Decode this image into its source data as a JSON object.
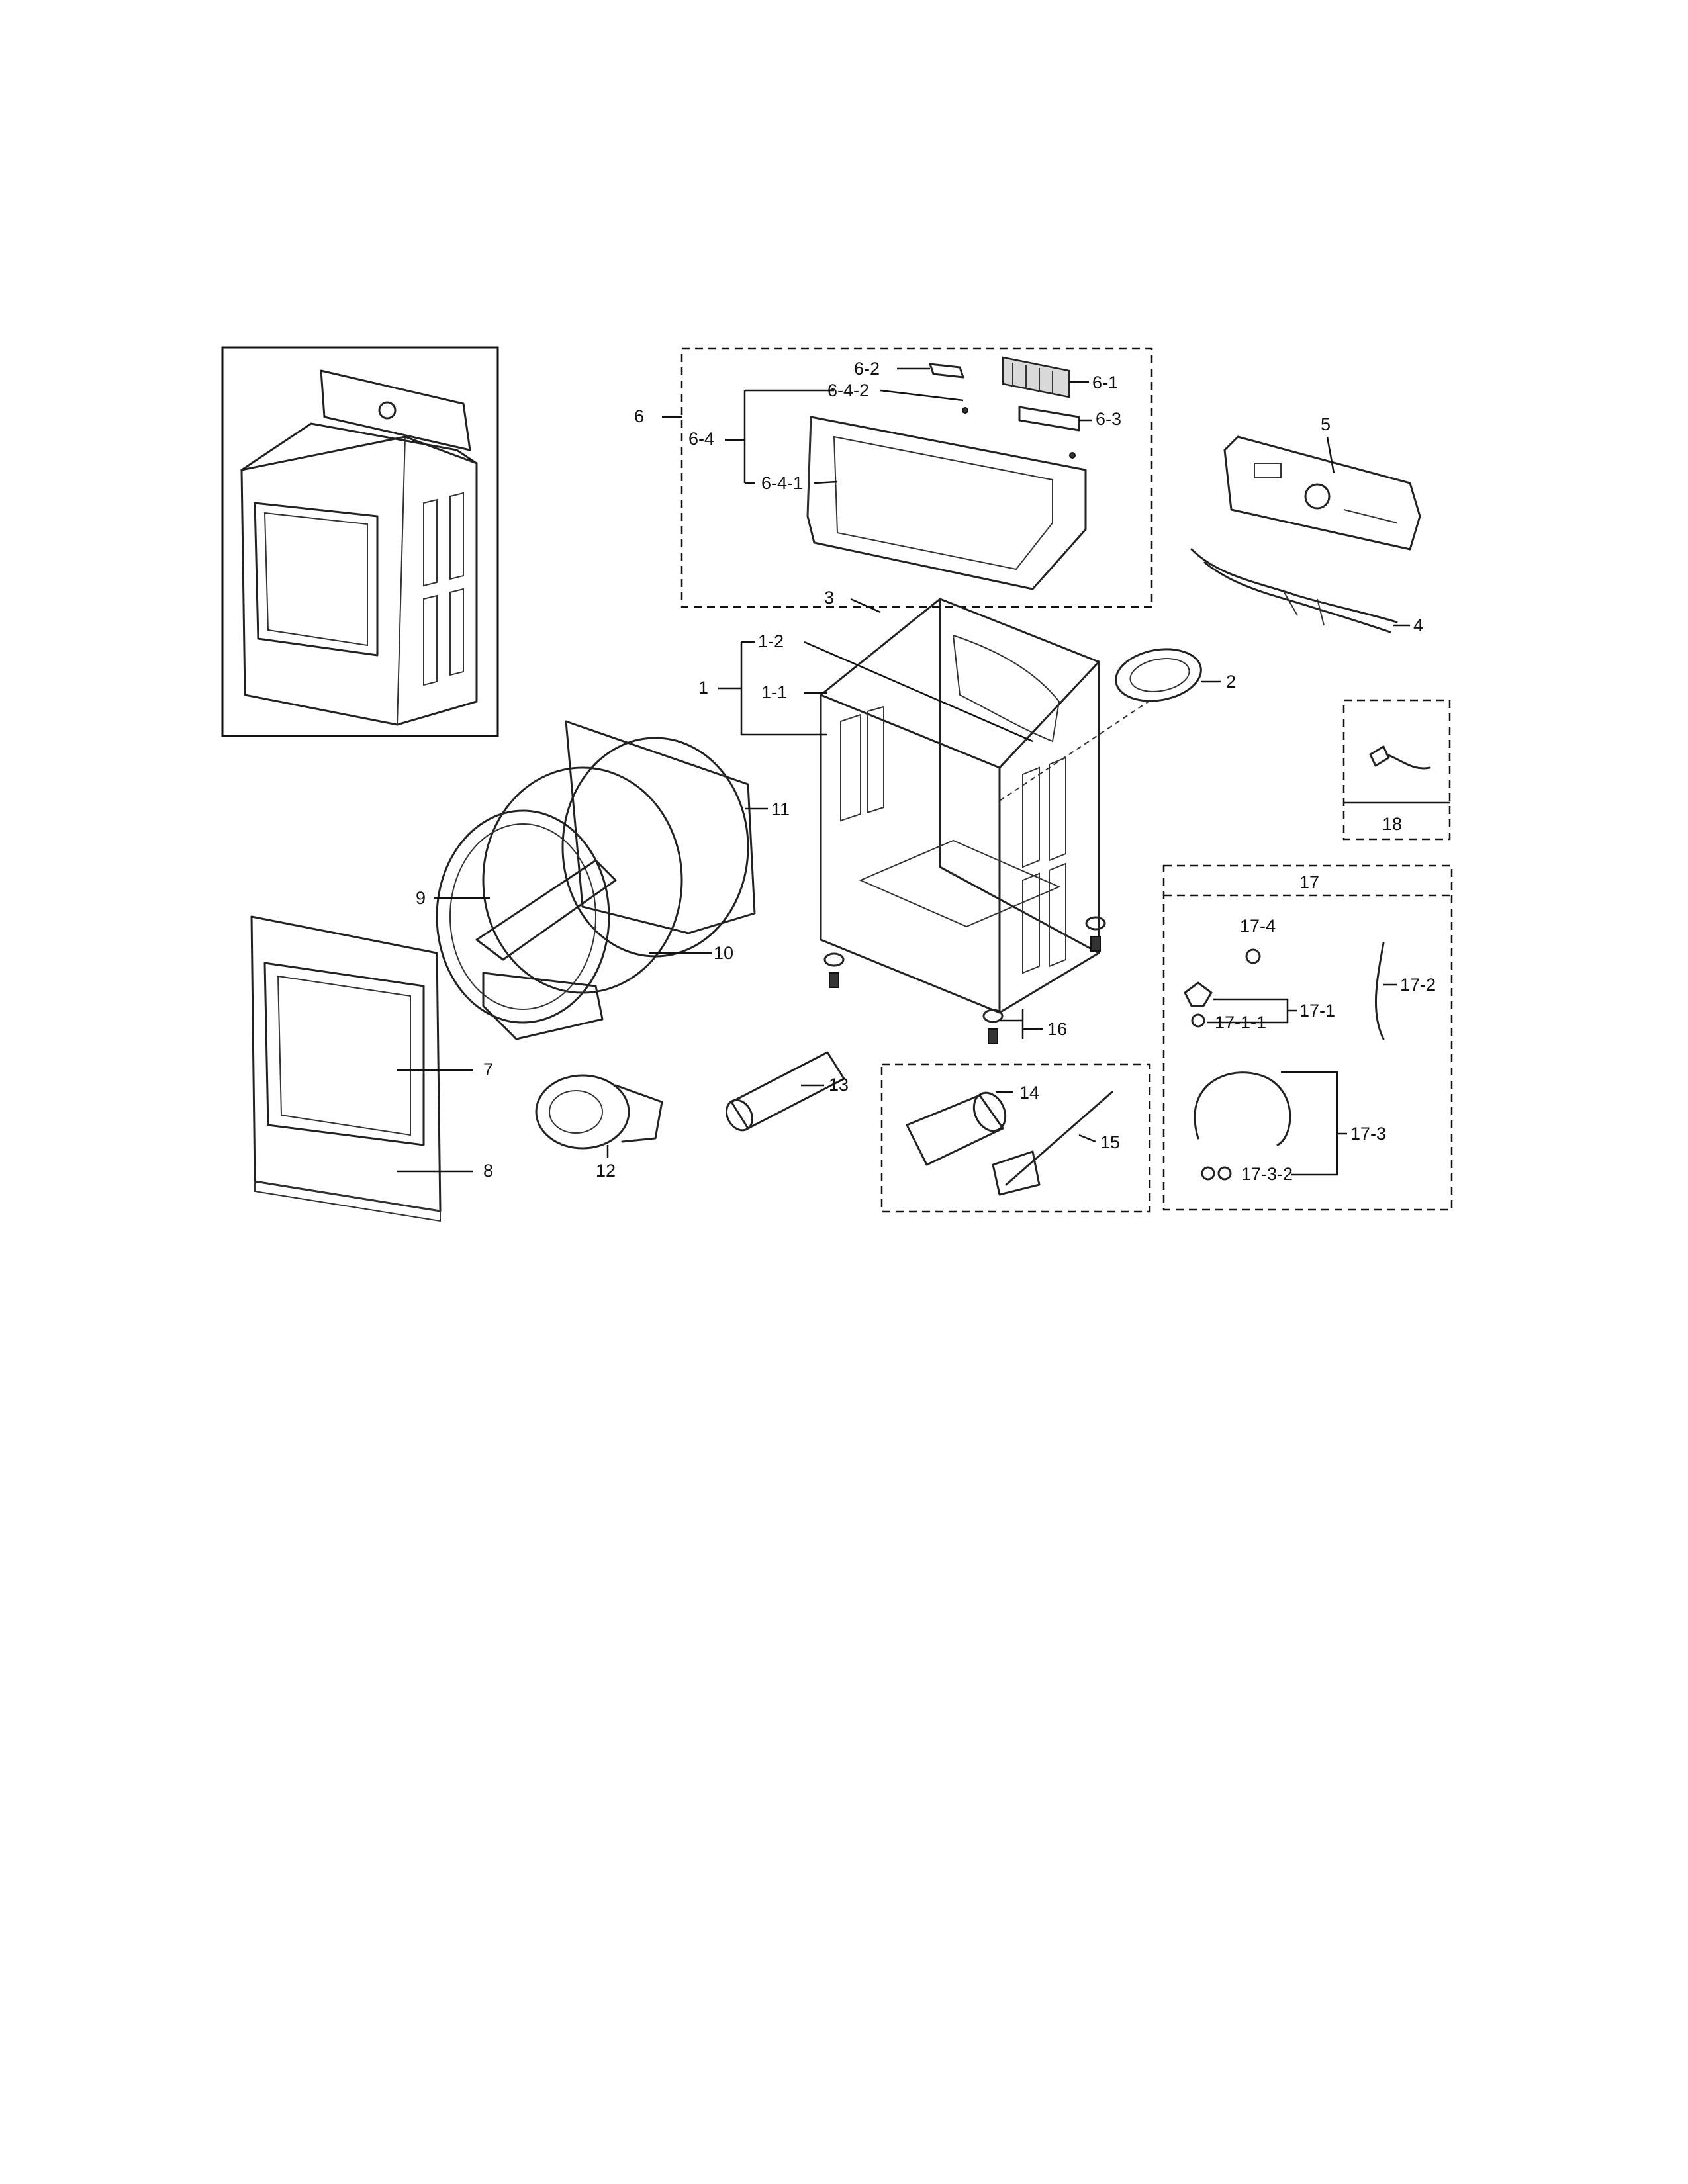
{
  "labels": {
    "l1": "1",
    "l1_1": "1-1",
    "l1_2": "1-2",
    "l2": "2",
    "l3": "3",
    "l4": "4",
    "l5": "5",
    "l6": "6",
    "l6_1": "6-1",
    "l6_2": "6-2",
    "l6_3": "6-3",
    "l6_4": "6-4",
    "l6_4_1": "6-4-1",
    "l6_4_2": "6-4-2",
    "l7": "7",
    "l8": "8",
    "l9": "9",
    "l10": "10",
    "l11": "11",
    "l12": "12",
    "l13": "13",
    "l14": "14",
    "l15": "15",
    "l16": "16",
    "l17": "17",
    "l17_1": "17-1",
    "l17_1_1": "17-1-1",
    "l17_2": "17-2",
    "l17_3": "17-3",
    "l17_3_2": "17-3-2",
    "l17_4": "17-4",
    "l18": "18"
  },
  "colors": {
    "line": "#222222",
    "background": "#ffffff"
  }
}
